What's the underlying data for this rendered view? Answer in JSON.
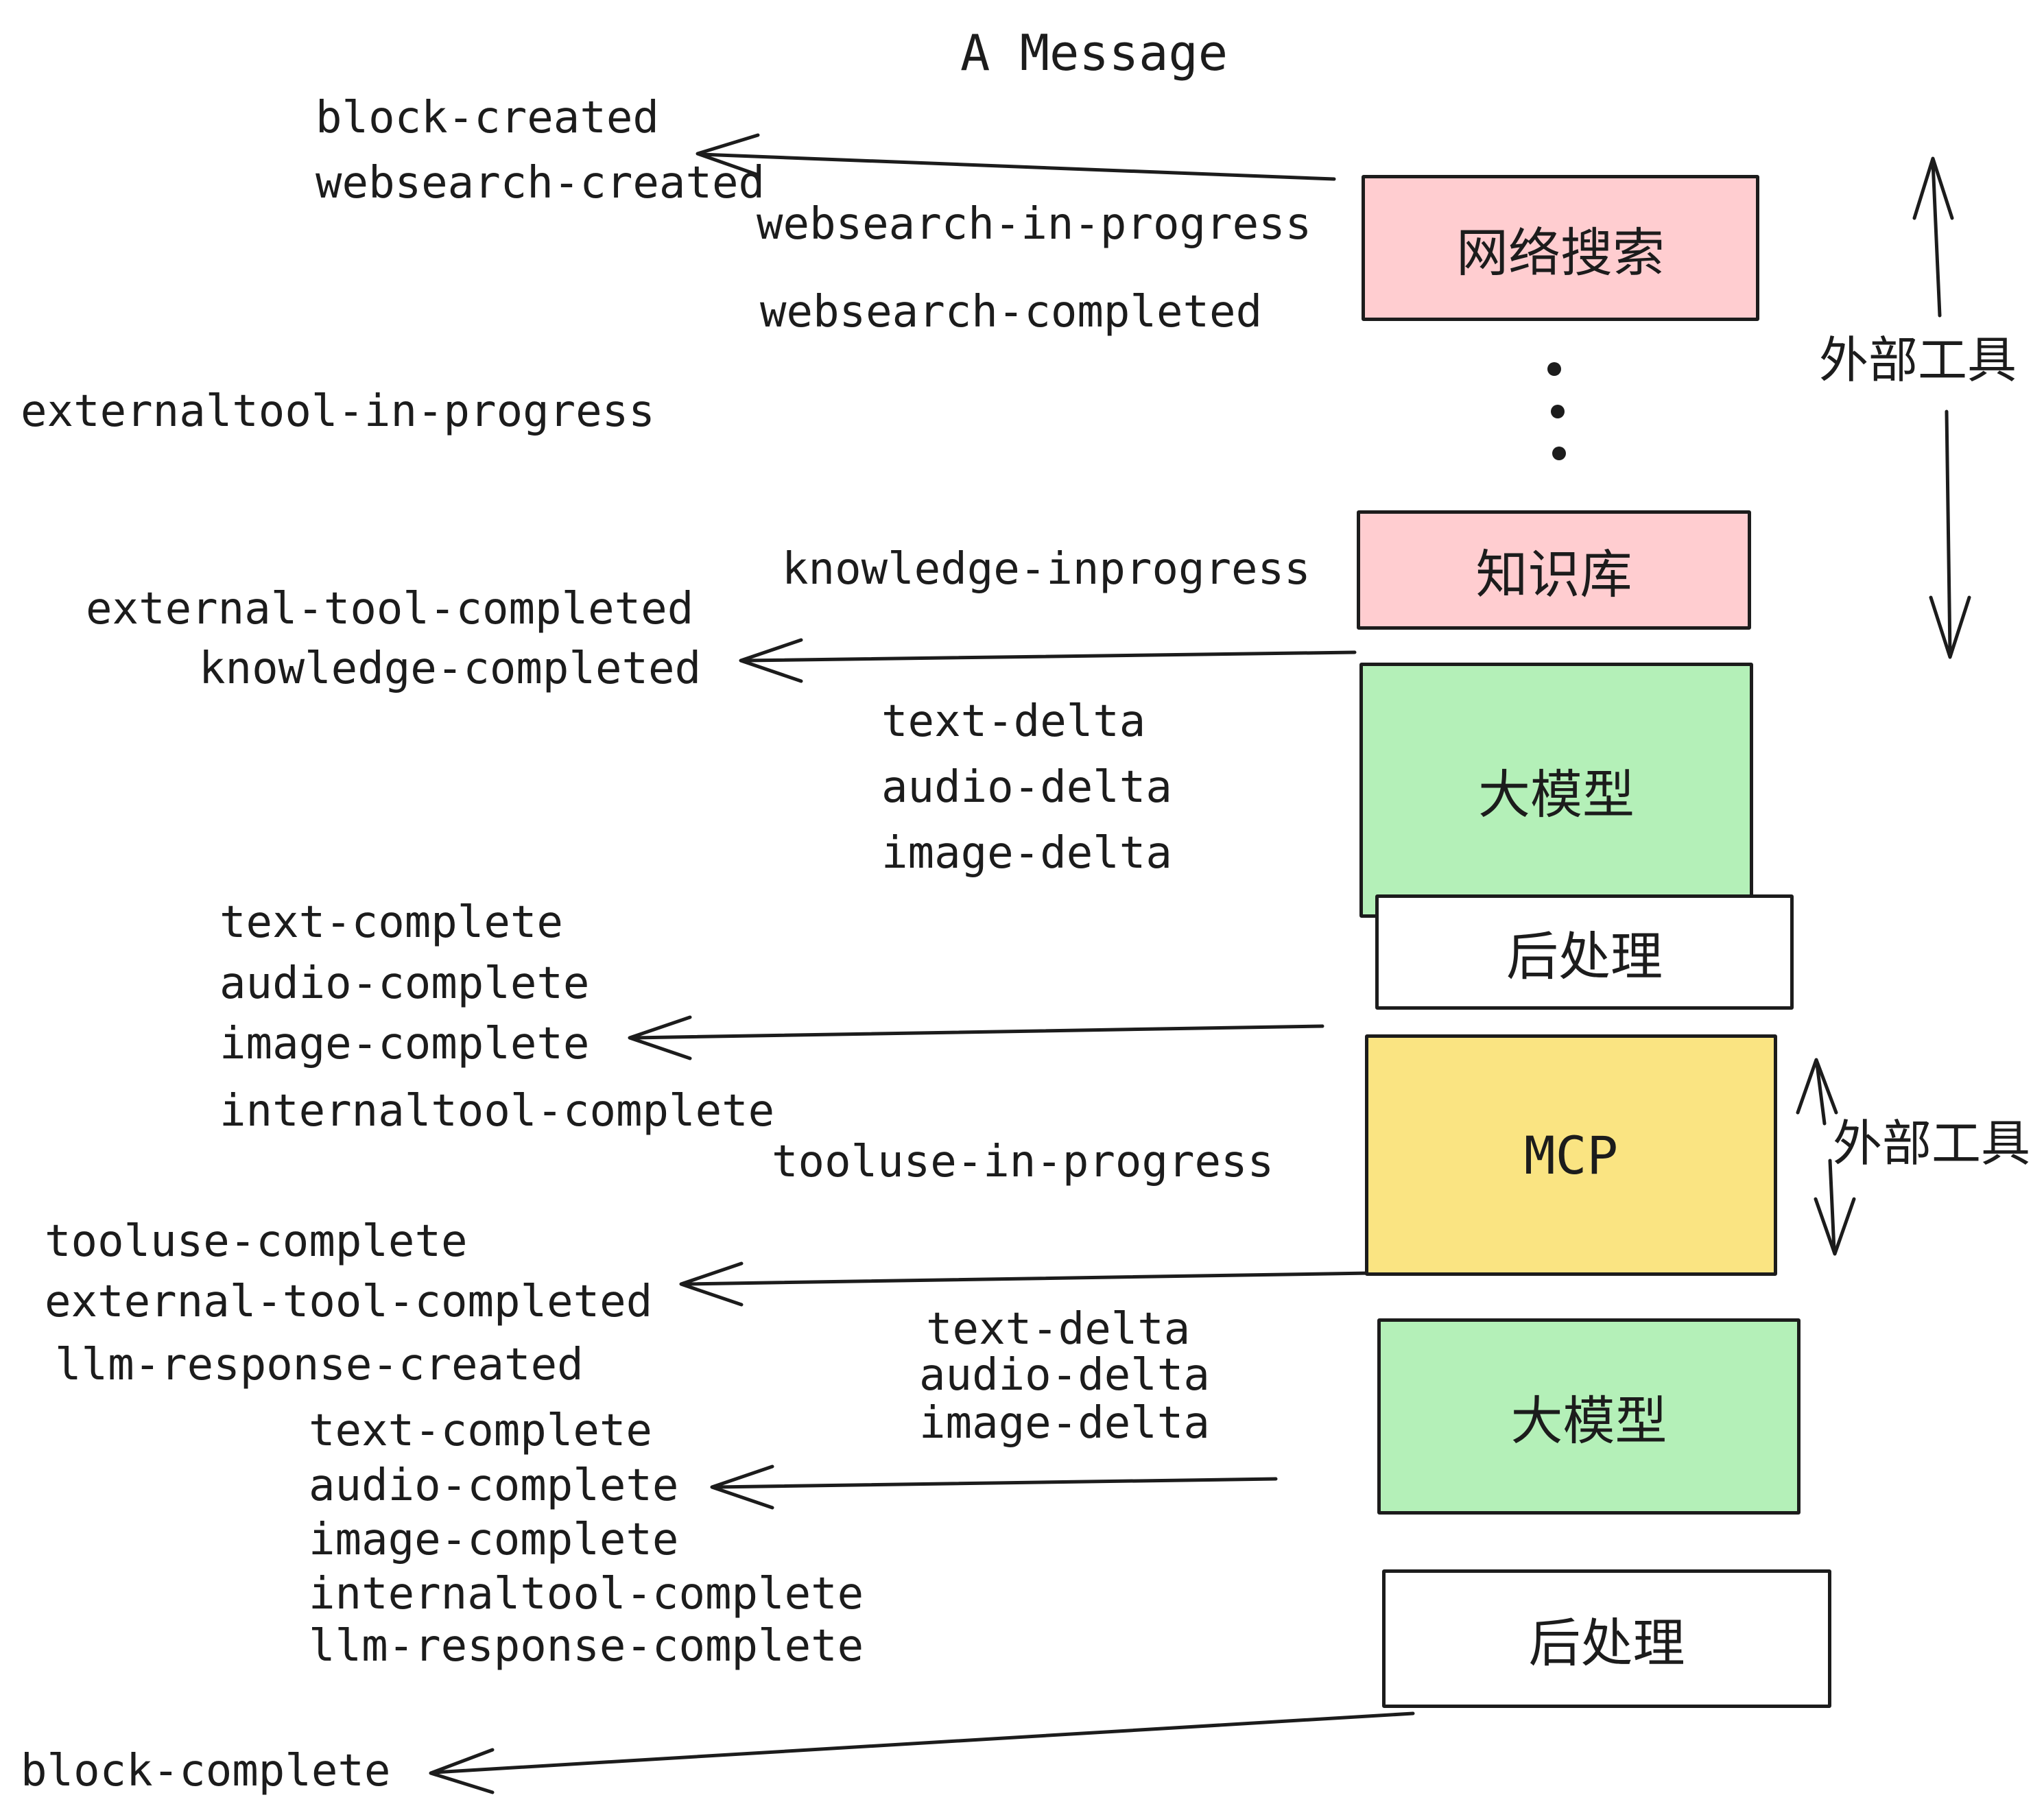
{
  "title": "A Message",
  "events": {
    "block_created": "block-created",
    "websearch_created": "websearch-created",
    "websearch_in_progress": "websearch-in-progress",
    "websearch_completed": "websearch-completed",
    "externaltool_in_progress": "externaltool-in-progress",
    "knowledge_inprogress": "knowledge-inprogress",
    "external_tool_completed": "external-tool-completed",
    "knowledge_completed": "knowledge-completed",
    "text_delta": "text-delta",
    "audio_delta": "audio-delta",
    "image_delta": "image-delta",
    "text_complete": "text-complete",
    "audio_complete": "audio-complete",
    "image_complete": "image-complete",
    "internaltool_complete": "internaltool-complete",
    "tooluse_in_progress": "tooluse-in-progress",
    "tooluse_complete": "tooluse-complete",
    "llm_response_created": "llm-response-created",
    "llm_response_complete": "llm-response-complete",
    "block_complete": "block-complete"
  },
  "boxes": {
    "websearch": "网络搜索",
    "knowledge": "知识库",
    "llm": "大模型",
    "postprocess": "后处理",
    "mcp": "MCP",
    "llm2": "大模型",
    "postprocess2": "后处理"
  },
  "side_labels": {
    "external_tools_top": "外部工具",
    "external_tools_bottom": "外部工具"
  },
  "colors": {
    "pink": "#FFCDD0",
    "green": "#B4F0B8",
    "yellow": "#FAE482",
    "ink": "#1C1C1C",
    "background": "#FFFFFF"
  }
}
